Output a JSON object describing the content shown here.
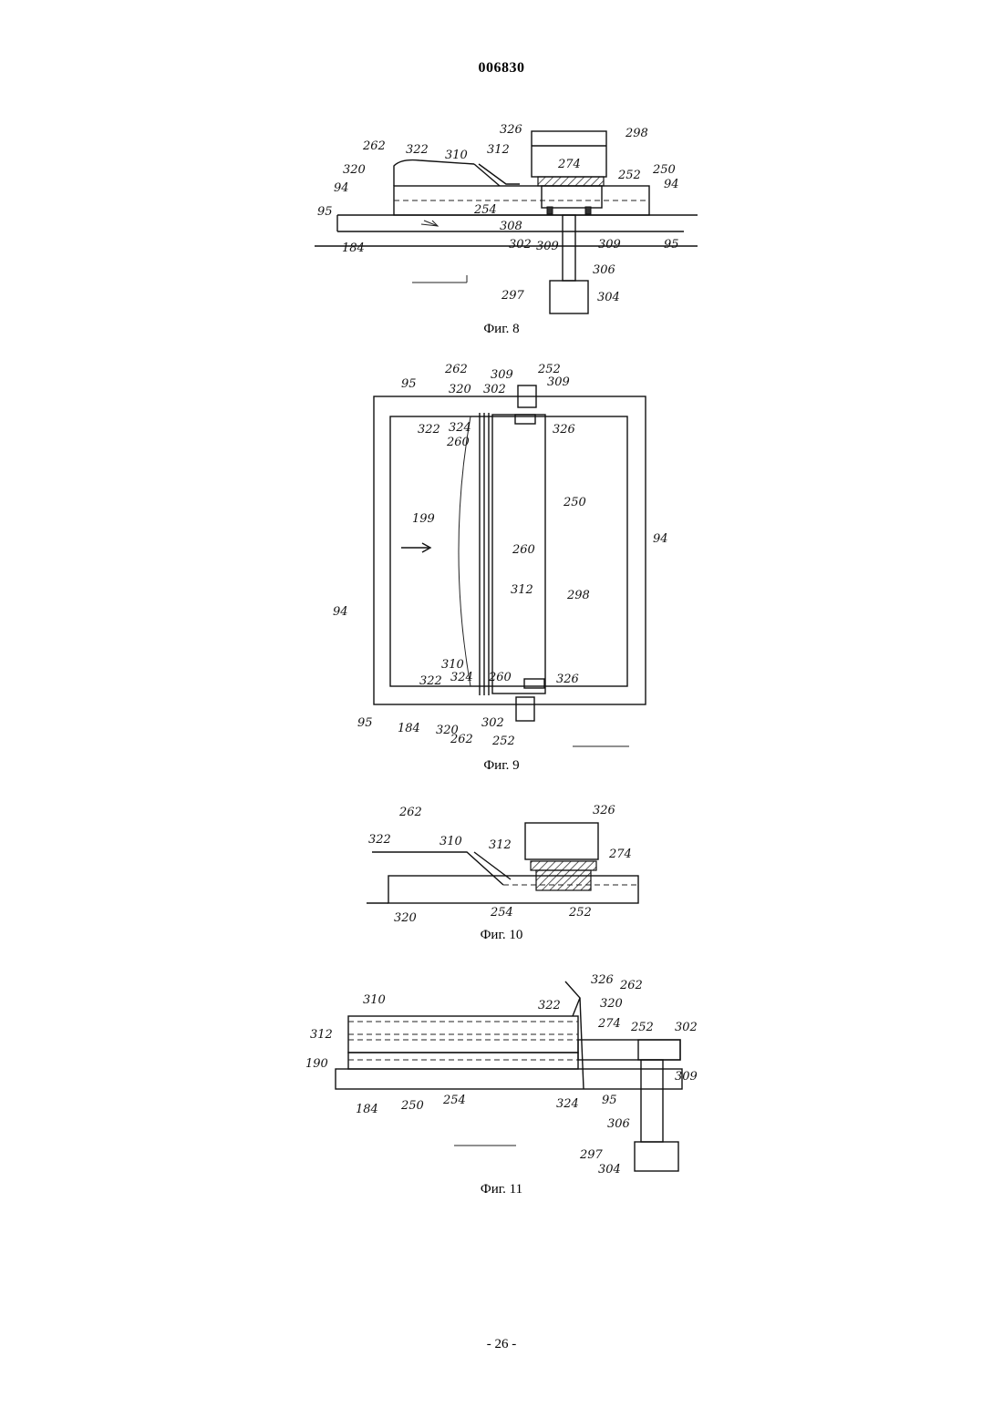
{
  "header": {
    "doc_number": "006830"
  },
  "figures": [
    {
      "caption": "Фиг. 8",
      "labels": [
        "326",
        "298",
        "262",
        "322",
        "310",
        "312",
        "274",
        "252",
        "250",
        "320",
        "94",
        "94",
        "95",
        "254",
        "308",
        "302",
        "309",
        "309",
        "95",
        "184",
        "306",
        "297",
        "304"
      ]
    },
    {
      "caption": "Фиг. 9",
      "labels": [
        "262",
        "252",
        "309",
        "309",
        "95",
        "320",
        "302",
        "322",
        "324",
        "260",
        "326",
        "250",
        "199",
        "260",
        "94",
        "312",
        "298",
        "94",
        "310",
        "322",
        "324",
        "260",
        "326",
        "95",
        "184",
        "320",
        "302",
        "262",
        "252"
      ]
    },
    {
      "caption": "Фиг. 10",
      "labels": [
        "262",
        "326",
        "322",
        "310",
        "312",
        "274",
        "320",
        "254",
        "252"
      ]
    },
    {
      "caption": "Фиг. 11",
      "labels": [
        "326",
        "262",
        "322",
        "320",
        "310",
        "274",
        "252",
        "302",
        "312",
        "190",
        "184",
        "250",
        "254",
        "324",
        "95",
        "309",
        "306",
        "297",
        "304"
      ]
    }
  ],
  "footer": {
    "page_number": "- 26 -"
  }
}
